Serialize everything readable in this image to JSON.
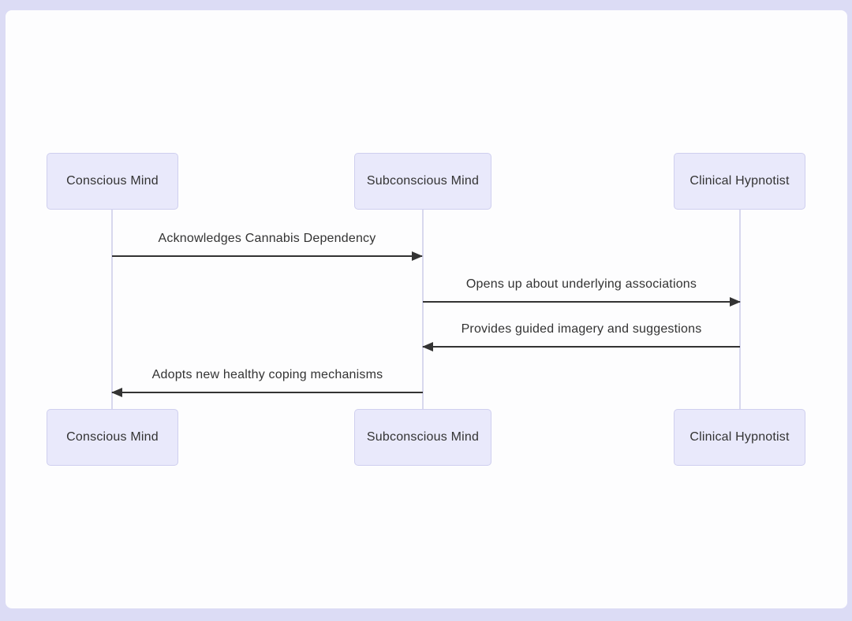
{
  "diagram": {
    "type": "sequence-diagram",
    "actors": [
      {
        "name": "Conscious Mind"
      },
      {
        "name": "Subconscious Mind"
      },
      {
        "name": "Clinical Hypnotist"
      }
    ],
    "messages": [
      {
        "from": "Conscious Mind",
        "to": "Subconscious Mind",
        "label": "Acknowledges Cannabis Dependency",
        "direction": "right",
        "line_style": "solid"
      },
      {
        "from": "Subconscious Mind",
        "to": "Clinical Hypnotist",
        "label": "Opens up about underlying associations",
        "direction": "right",
        "line_style": "solid"
      },
      {
        "from": "Clinical Hypnotist",
        "to": "Subconscious Mind",
        "label": "Provides guided imagery and suggestions",
        "direction": "left",
        "line_style": "solid"
      },
      {
        "from": "Subconscious Mind",
        "to": "Conscious Mind",
        "label": "Adopts new healthy coping mechanisms",
        "direction": "left",
        "line_style": "solid"
      }
    ],
    "colors": {
      "frame_bg": "#dcdcf5",
      "canvas_bg": "#fdfdfe",
      "actor_fill": "#e9e9fb",
      "actor_border": "#cfcfef",
      "lifeline": "#d8d8ee",
      "arrow": "#333333",
      "text": "#333333"
    }
  }
}
